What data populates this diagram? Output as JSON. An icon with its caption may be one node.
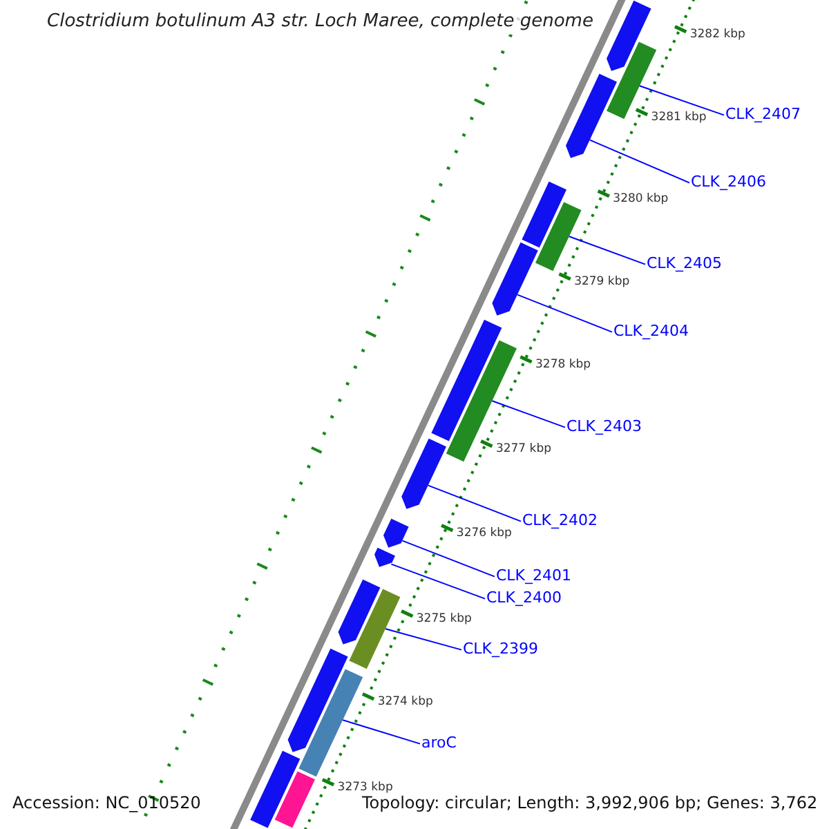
{
  "diagram": {
    "title": "Clostridium botulinum A3 str. Loch Maree, complete genome",
    "nodes": [
      {
        "text": [
          "CLK_2407"
        ]
      },
      {
        "text": [
          "CLK_2406"
        ]
      },
      {
        "text": [
          "CLK_2405"
        ]
      },
      {
        "text": [
          "CLK_2404"
        ]
      },
      {
        "text": [
          "CLK_2403"
        ]
      },
      {
        "text": [
          "CLK_2402"
        ]
      },
      {
        "text": [
          "CLK_2401"
        ]
      },
      {
        "text": [
          "CLK_2400"
        ]
      },
      {
        "text": [
          "CLK_2399"
        ]
      },
      {
        "text": [
          "aroC"
        ]
      },
      {
        "text": [],
        "shape": "bar"
      },
      {
        "text": [],
        "shape": "bar"
      },
      {
        "text": [],
        "shape": "bar"
      },
      {
        "text": [],
        "shape": "bar"
      },
      {
        "text": [],
        "shape": "bar"
      },
      {
        "text": [],
        "shape": "bar"
      },
      {
        "text": [],
        "shape": "bar"
      },
      {
        "text": [],
        "shape": "bar"
      },
      {
        "text": [],
        "shape": "bar"
      },
      {
        "text": [],
        "shape": "bar"
      },
      {
        "text": [],
        "shape": "bar"
      },
      {
        "text": [],
        "shape": "bar"
      },
      {
        "text": [],
        "shape": "bar"
      },
      {
        "text": [],
        "shape": "bar"
      },
      {
        "text": [],
        "shape": "bar"
      },
      {
        "text": [],
        "shape": "bar"
      },
      {
        "text": [],
        "shape": "bar"
      }
    ],
    "edges": [
      {
        "from": 0,
        "to": 11,
        "arrow": "none"
      },
      {
        "from": 1,
        "to": 12,
        "arrow": "none"
      },
      {
        "from": 2,
        "to": 14,
        "arrow": "none"
      },
      {
        "from": 3,
        "to": 15,
        "arrow": "none"
      },
      {
        "from": 4,
        "to": 17,
        "arrow": "none"
      },
      {
        "from": 5,
        "to": 18,
        "arrow": "none"
      },
      {
        "from": 6,
        "to": 19,
        "arrow": "none"
      },
      {
        "from": 7,
        "to": 20,
        "arrow": "none"
      },
      {
        "from": 8,
        "to": 22,
        "arrow": "none"
      },
      {
        "from": 9,
        "to": 24,
        "arrow": "none"
      }
    ],
    "labels": [
      "3282 kbp",
      "3281 kbp",
      "3280 kbp",
      "3279 kbp",
      "3278 kbp",
      "3277 kbp",
      "3276 kbp",
      "3275 kbp",
      "3274 kbp",
      "3273 kbp",
      "Accession: NC_010520",
      "Topology: circular; Length: 3,992,906 bp; Genes: 3,762"
    ]
  }
}
